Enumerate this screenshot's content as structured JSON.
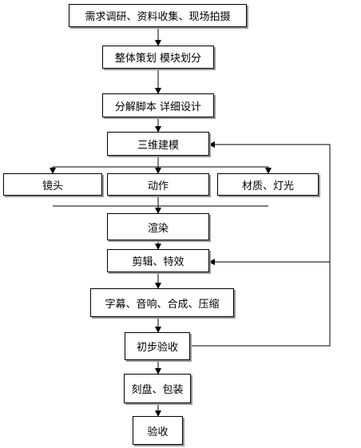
{
  "flowchart": {
    "nodes": {
      "research": "需求调研、资料收集、现场拍摄",
      "planning": "整体策划 模块划分",
      "script": "分解脚本 详细设计",
      "modeling": "三维建模",
      "camera": "镜头",
      "animation": "动作",
      "materials": "材质、灯光",
      "rendering": "渲染",
      "editing": "剪辑、特效",
      "subtitles": "字幕、音响、合成、压缩",
      "preliminary_review": "初步验收",
      "burning": "刻盘、包装",
      "acceptance": "验收"
    }
  },
  "colors": {
    "line": "#000000",
    "box_border": "#000000",
    "box_shadow": "#9a9a9a"
  }
}
